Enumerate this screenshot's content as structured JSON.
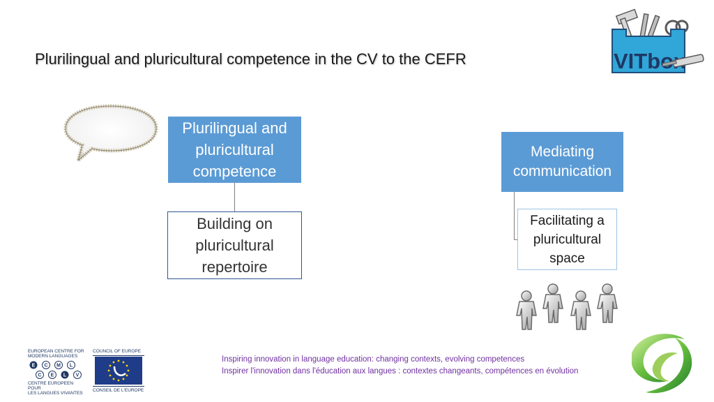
{
  "slide": {
    "title": "Plurilingual and pluricultural competence in the CV to the CEFR"
  },
  "diagram": {
    "left": {
      "top_box": "Plurilingual and pluricultural competence",
      "bottom_box": "Building on pluricultural repertoire"
    },
    "right": {
      "top_box": "Mediating communication",
      "bottom_box": "Facilitating a pluricultural space"
    }
  },
  "footer": {
    "line1": "Inspiring innovation in language education: changing contexts, evolving competences",
    "line2": "Inspirer l'innovation dans l'éducation aux langues : contextes changeants, compétences en évolution"
  },
  "logos": {
    "vitbox": "VITbox",
    "ecml_lines": [
      "EUROPEAN CENTRE FOR",
      "MODERN LANGUAGES"
    ],
    "ecml_letters_top": [
      "E",
      "C",
      "M",
      "L"
    ],
    "ecml_letters_bottom": [
      "C",
      "E",
      "L",
      "V"
    ],
    "celv_lines": [
      "CENTRE EUROPEEN POUR",
      "LES LANGUES VIVANTES"
    ],
    "coe_top": "COUNCIL OF EUROPE",
    "coe_bottom": "CONSEIL DE L'EUROPE"
  },
  "icons": [
    "speech-bubble-icon",
    "people-group-icon",
    "toolbox-icon",
    "swirl-icon",
    "eu-stars-icon"
  ],
  "colors": {
    "box_fill": "#5b9bd5",
    "box_border": "#2f5597",
    "footer_text": "#7030a0",
    "connector": "#7f7f7f"
  }
}
